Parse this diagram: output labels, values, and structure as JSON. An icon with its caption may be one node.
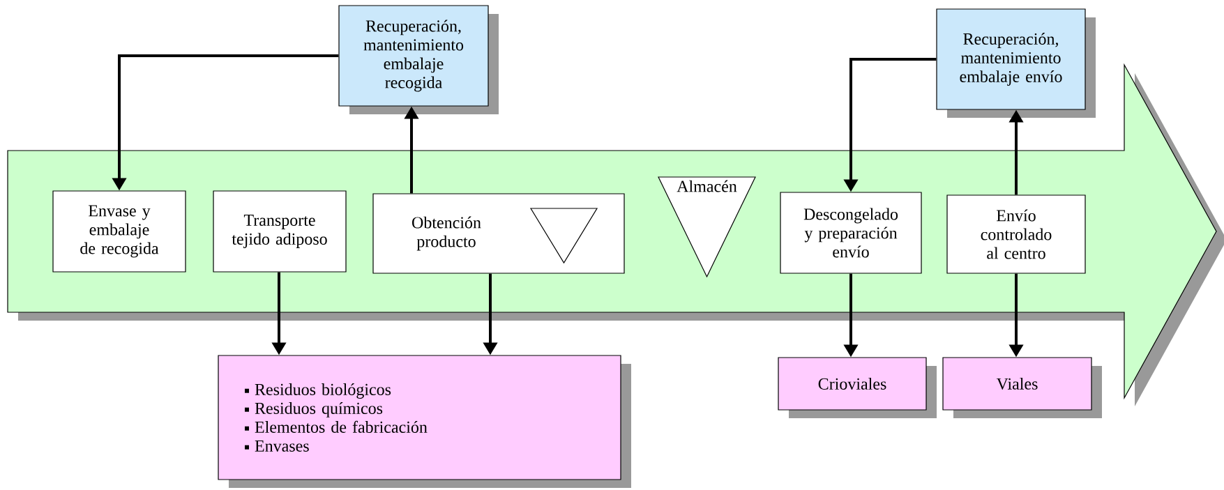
{
  "diagram": {
    "nodes": [
      {
        "text": [
          "Recuperación, mantenimiento embalaje recogida"
        ]
      },
      {
        "text": [
          "Recuperación, mantenimiento embalaje envío"
        ]
      },
      {
        "text": [],
        "shape": "arrow"
      },
      {
        "text": [
          "Envase y embalaje de recogida"
        ],
        "in": 2
      },
      {
        "text": [
          "Transporte tejido adiposo"
        ],
        "in": 2
      },
      {
        "text": [
          "Obtención producto"
        ],
        "in": 2
      },
      {
        "text": [],
        "shape": "triangle",
        "in": 5
      },
      {
        "text": [
          "Almacén"
        ],
        "in": 2
      },
      {
        "text": [
          "Descongelado y preparación envío"
        ],
        "in": 2
      },
      {
        "text": [
          "Envío controlado al centro"
        ],
        "in": 2
      },
      {
        "text": [
          "Residuos biológicos",
          "Residuos químicos",
          "Elementos de fabricación",
          "Envases"
        ]
      },
      {
        "text": [
          "Crioviales"
        ]
      },
      {
        "text": [
          "Viales"
        ]
      }
    ],
    "edges": [
      {
        "from": 0,
        "to": 3,
        "arrow": "to"
      },
      {
        "from": 5,
        "to": 0,
        "arrow": "to"
      },
      {
        "from": 1,
        "to": 8,
        "arrow": "to"
      },
      {
        "from": 9,
        "to": 1,
        "arrow": "to"
      },
      {
        "from": 4,
        "to": 10,
        "arrow": "to"
      },
      {
        "from": 5,
        "to": 10,
        "arrow": "to"
      },
      {
        "from": 8,
        "to": 11,
        "arrow": "to"
      },
      {
        "from": 9,
        "to": 12,
        "arrow": "to"
      }
    ]
  }
}
